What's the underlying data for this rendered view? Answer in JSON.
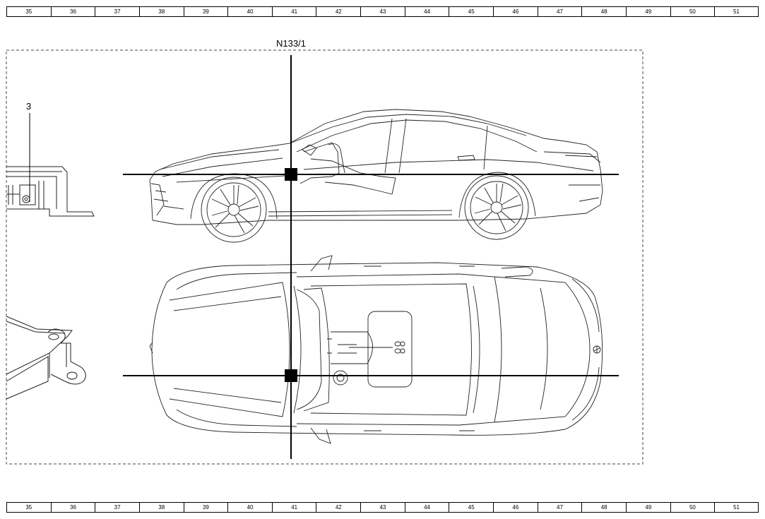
{
  "ruler": {
    "cells": [
      "35",
      "36",
      "37",
      "38",
      "39",
      "40",
      "41",
      "42",
      "43",
      "44",
      "45",
      "46",
      "47",
      "48",
      "49",
      "50",
      "51"
    ]
  },
  "labels": {
    "component": "N133/1",
    "callout": "3"
  }
}
